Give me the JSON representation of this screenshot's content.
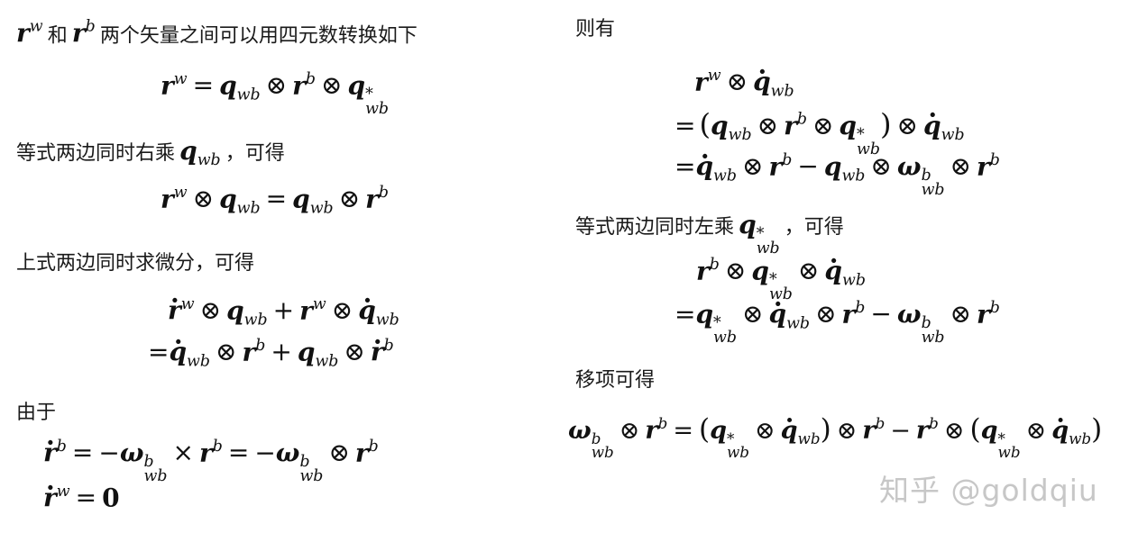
{
  "left": {
    "intro_text": "两个矢量之间可以用四元数转换如下",
    "intro_and": "和",
    "right_mult_text": "等式两边同时右乘",
    "right_mult_suffix": "，可得",
    "differentiate_text": "上式两边同时求微分，可得",
    "because_text": "由于"
  },
  "right": {
    "then_text": "则有",
    "left_mult_text": "等式两边同时左乘",
    "left_mult_suffix": "，可得",
    "rearrange_text": "移项可得"
  },
  "watermark": "知乎 @goldqiu"
}
